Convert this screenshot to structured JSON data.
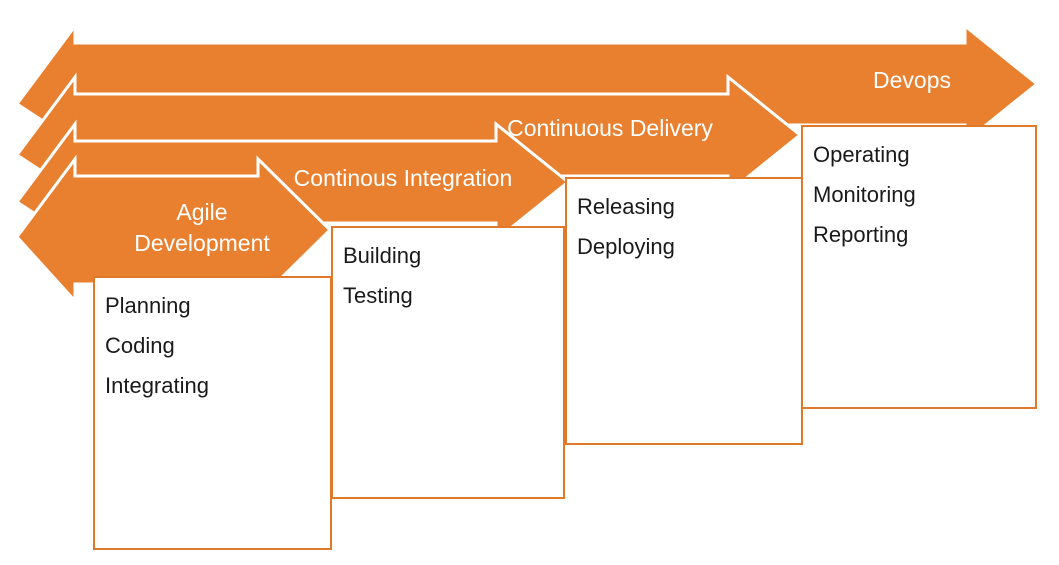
{
  "diagram": {
    "title": "DevOps Lifecycle Nested Chevron Diagram",
    "colors": {
      "arrow_fill": "#E8802F",
      "arrow_stroke": "#FFFFFF",
      "box_border": "#E1792B",
      "box_fill": "#FFFFFF",
      "arrow_label_text": "#FFFFFF",
      "box_text": "#1A1A1A"
    },
    "arrows": [
      {
        "id": "devops",
        "label": "Devops",
        "level": 1
      },
      {
        "id": "continuous-delivery",
        "label": "Continuous Delivery",
        "level": 2
      },
      {
        "id": "continous-integration",
        "label": "Continous Integration",
        "level": 3
      },
      {
        "id": "agile-development",
        "label": "Agile\nDevelopment",
        "level": 4
      }
    ],
    "boxes": [
      {
        "id": "agile-development-box",
        "items": "Planning\nCoding\nIntegrating"
      },
      {
        "id": "continous-integration-box",
        "items": "Building\nTesting"
      },
      {
        "id": "continuous-delivery-box",
        "items": "Releasing\nDeploying"
      },
      {
        "id": "devops-box",
        "items": "Operating\nMonitoring\nReporting"
      }
    ]
  }
}
